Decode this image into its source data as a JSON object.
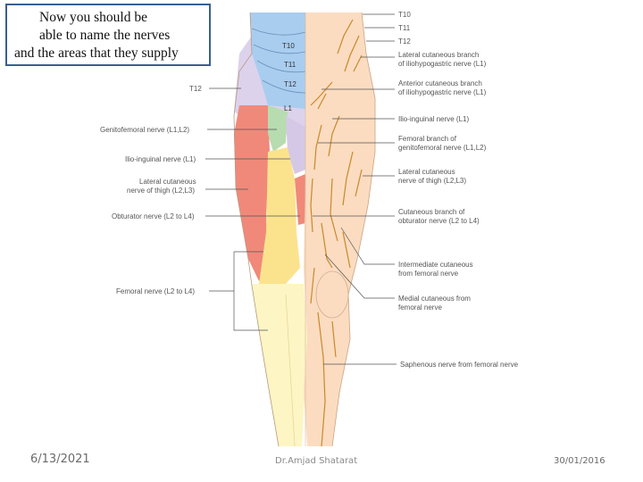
{
  "callout": {
    "line1": "Now you should be",
    "line2": "able to name the nerves",
    "line3": "and the areas that they supply"
  },
  "figure": {
    "left_labels": [
      "T12",
      "Genitofemoral nerve (L1,L2)",
      "Ilio-inguinal nerve (L1)",
      "Lateral cutaneous",
      "nerve of thigh (L2,L3)",
      "Obturator nerve (L2 to L4)",
      "Femoral nerve (L2 to L4)"
    ],
    "segment_labels": [
      "T10",
      "T11",
      "T12",
      "L1"
    ],
    "right_labels": [
      "T10",
      "T11",
      "T12",
      "Lateral cutaneous branch",
      "of iliohypogastric nerve (L1)",
      "Anterior cutaneous branch",
      "of iliohypogastric nerve (L1)",
      "Ilio-inguinal nerve (L1)",
      "Femoral branch of",
      "genitofemoral nerve (L1,L2)",
      "Lateral cutaneous",
      "nerve of thigh (L2,L3)",
      "Cutaneous branch of",
      "obturator nerve (L2 to L4)",
      "Intermediate cutaneous",
      "from femoral nerve",
      "Medial cutaneous from",
      "femoral nerve",
      "Saphenous nerve from femoral nerve"
    ]
  },
  "footer": {
    "date": "6/13/2021",
    "author": "Dr.Amjad Shatarat",
    "right_date": "30/01/2016"
  },
  "colors": {
    "dermatome_blue": "#a9cdef",
    "dermatome_lavender": "#dcd2ec",
    "dermatome_red": "#f0897a",
    "dermatome_green": "#b7dcb0",
    "dermatome_yellow": "#fbe38d",
    "dermatome_pale": "#fdf5c4",
    "skin": "#fbdcc0",
    "nerve": "#c9882c",
    "callout_border": "#3a5f8f"
  }
}
